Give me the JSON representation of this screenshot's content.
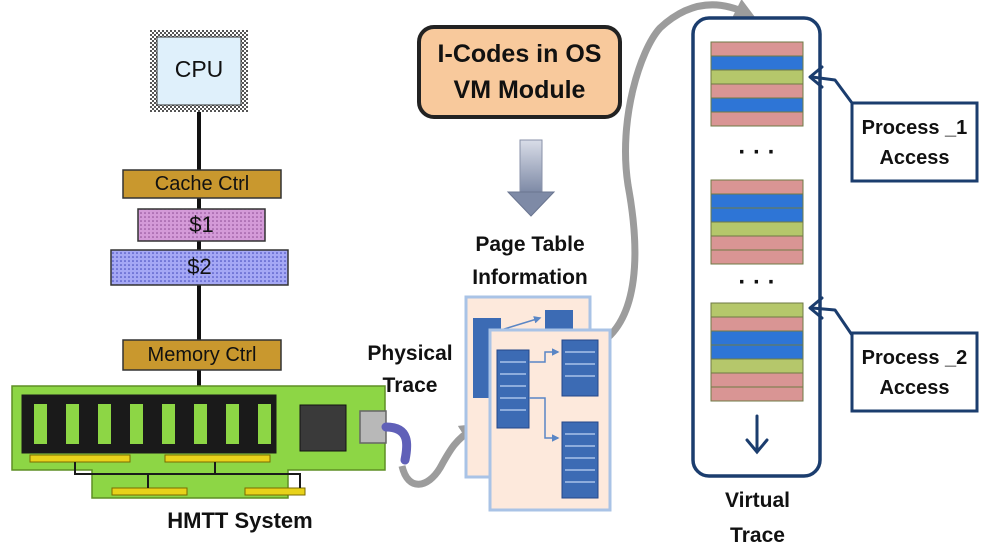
{
  "cpu": {
    "label": "CPU"
  },
  "cache_ctrl": {
    "label": "Cache Ctrl"
  },
  "cache_l1": {
    "label": "$1"
  },
  "cache_l2": {
    "label": "$2"
  },
  "memory_ctrl": {
    "label": "Memory Ctrl"
  },
  "hmtt": {
    "label": "HMTT System"
  },
  "icodes": {
    "line1": "I-Codes in OS",
    "line2": "VM Module"
  },
  "page_table": {
    "line1": "Page Table",
    "line2": "Information"
  },
  "physical_trace": {
    "line1": "Physical",
    "line2": "Trace"
  },
  "virtual_trace": {
    "line1": "Virtual",
    "line2": "Trace"
  },
  "ellipsis": "· · ·",
  "process1": {
    "line1": "Process _1",
    "line2": "Access"
  },
  "process2": {
    "line1": "Process _2",
    "line2": "Access"
  },
  "colors": {
    "cpu_fill": "#dff0fb",
    "ctrl_fill": "#c9982e",
    "cache1_fill": "#d49ad8",
    "cache2_fill": "#a5a8f5",
    "board_fill": "#8dd645",
    "icodes_fill": "#f8c99c",
    "trace_pink": "#d99594",
    "trace_blue": "#2e75d6",
    "trace_green": "#b5c76b",
    "navy": "#1b3d6e",
    "arrow_gray": "#9c9c9c"
  }
}
